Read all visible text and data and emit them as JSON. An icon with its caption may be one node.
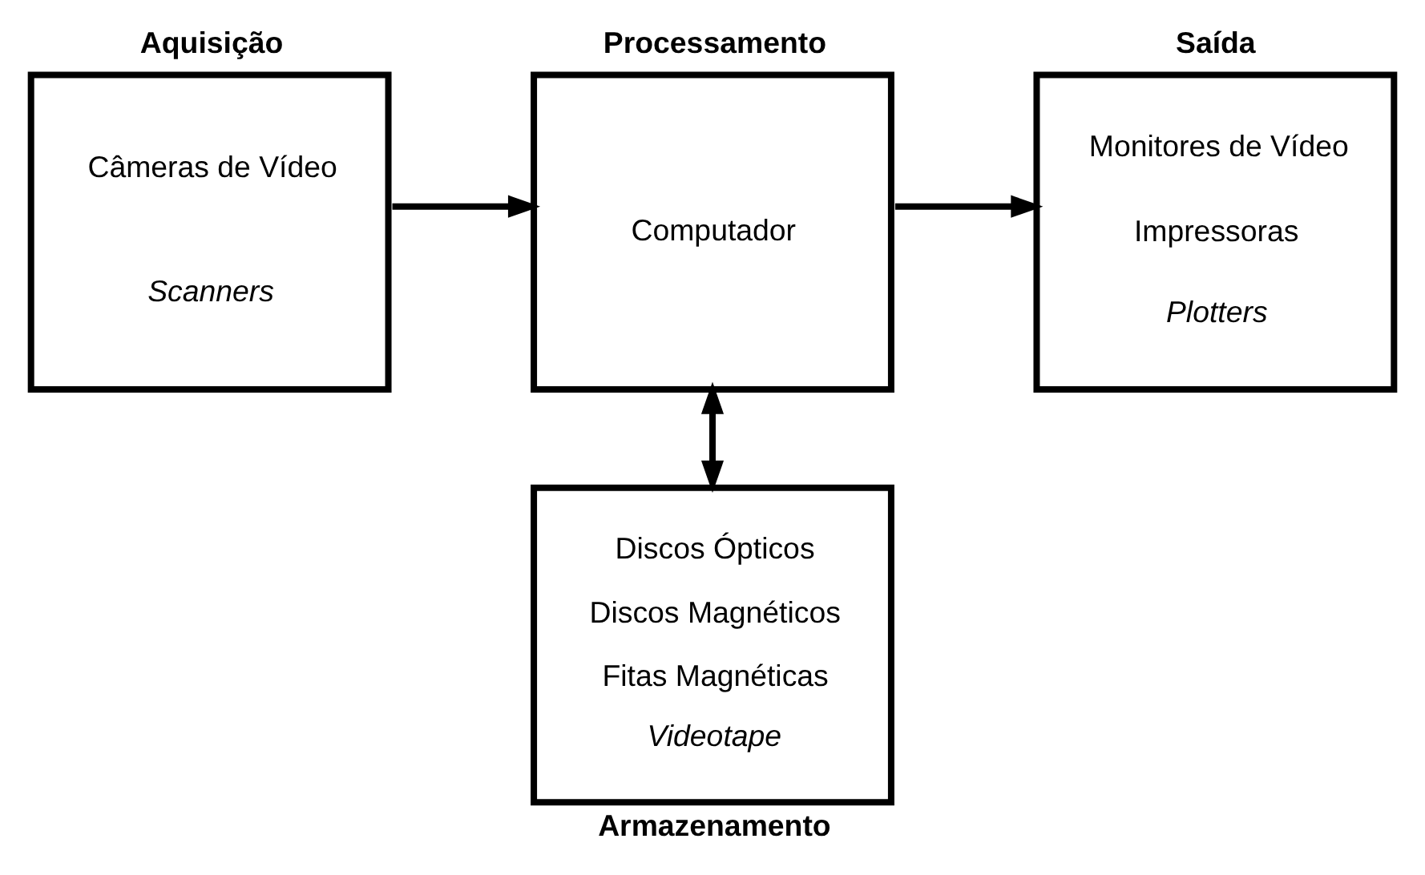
{
  "diagram": {
    "nodes": [
      {
        "text": [
          "Aquisição",
          "Câmeras de Vídeo",
          "Scanners"
        ]
      },
      {
        "text": [
          "Processamento",
          "Computador"
        ]
      },
      {
        "text": [
          "Saída",
          "Monitores de Vídeo",
          "Impressoras",
          "Plotters"
        ]
      },
      {
        "text": [
          "Discos Ópticos",
          "Discos Magnéticos",
          "Fitas Magnéticas",
          "Videotape",
          "Armazenamento"
        ]
      }
    ],
    "edges": [
      {
        "from": 0,
        "to": 1,
        "arrow": "to"
      },
      {
        "from": 1,
        "to": 2,
        "arrow": "to"
      },
      {
        "from": 1,
        "to": 3,
        "arrow": "both"
      }
    ]
  }
}
